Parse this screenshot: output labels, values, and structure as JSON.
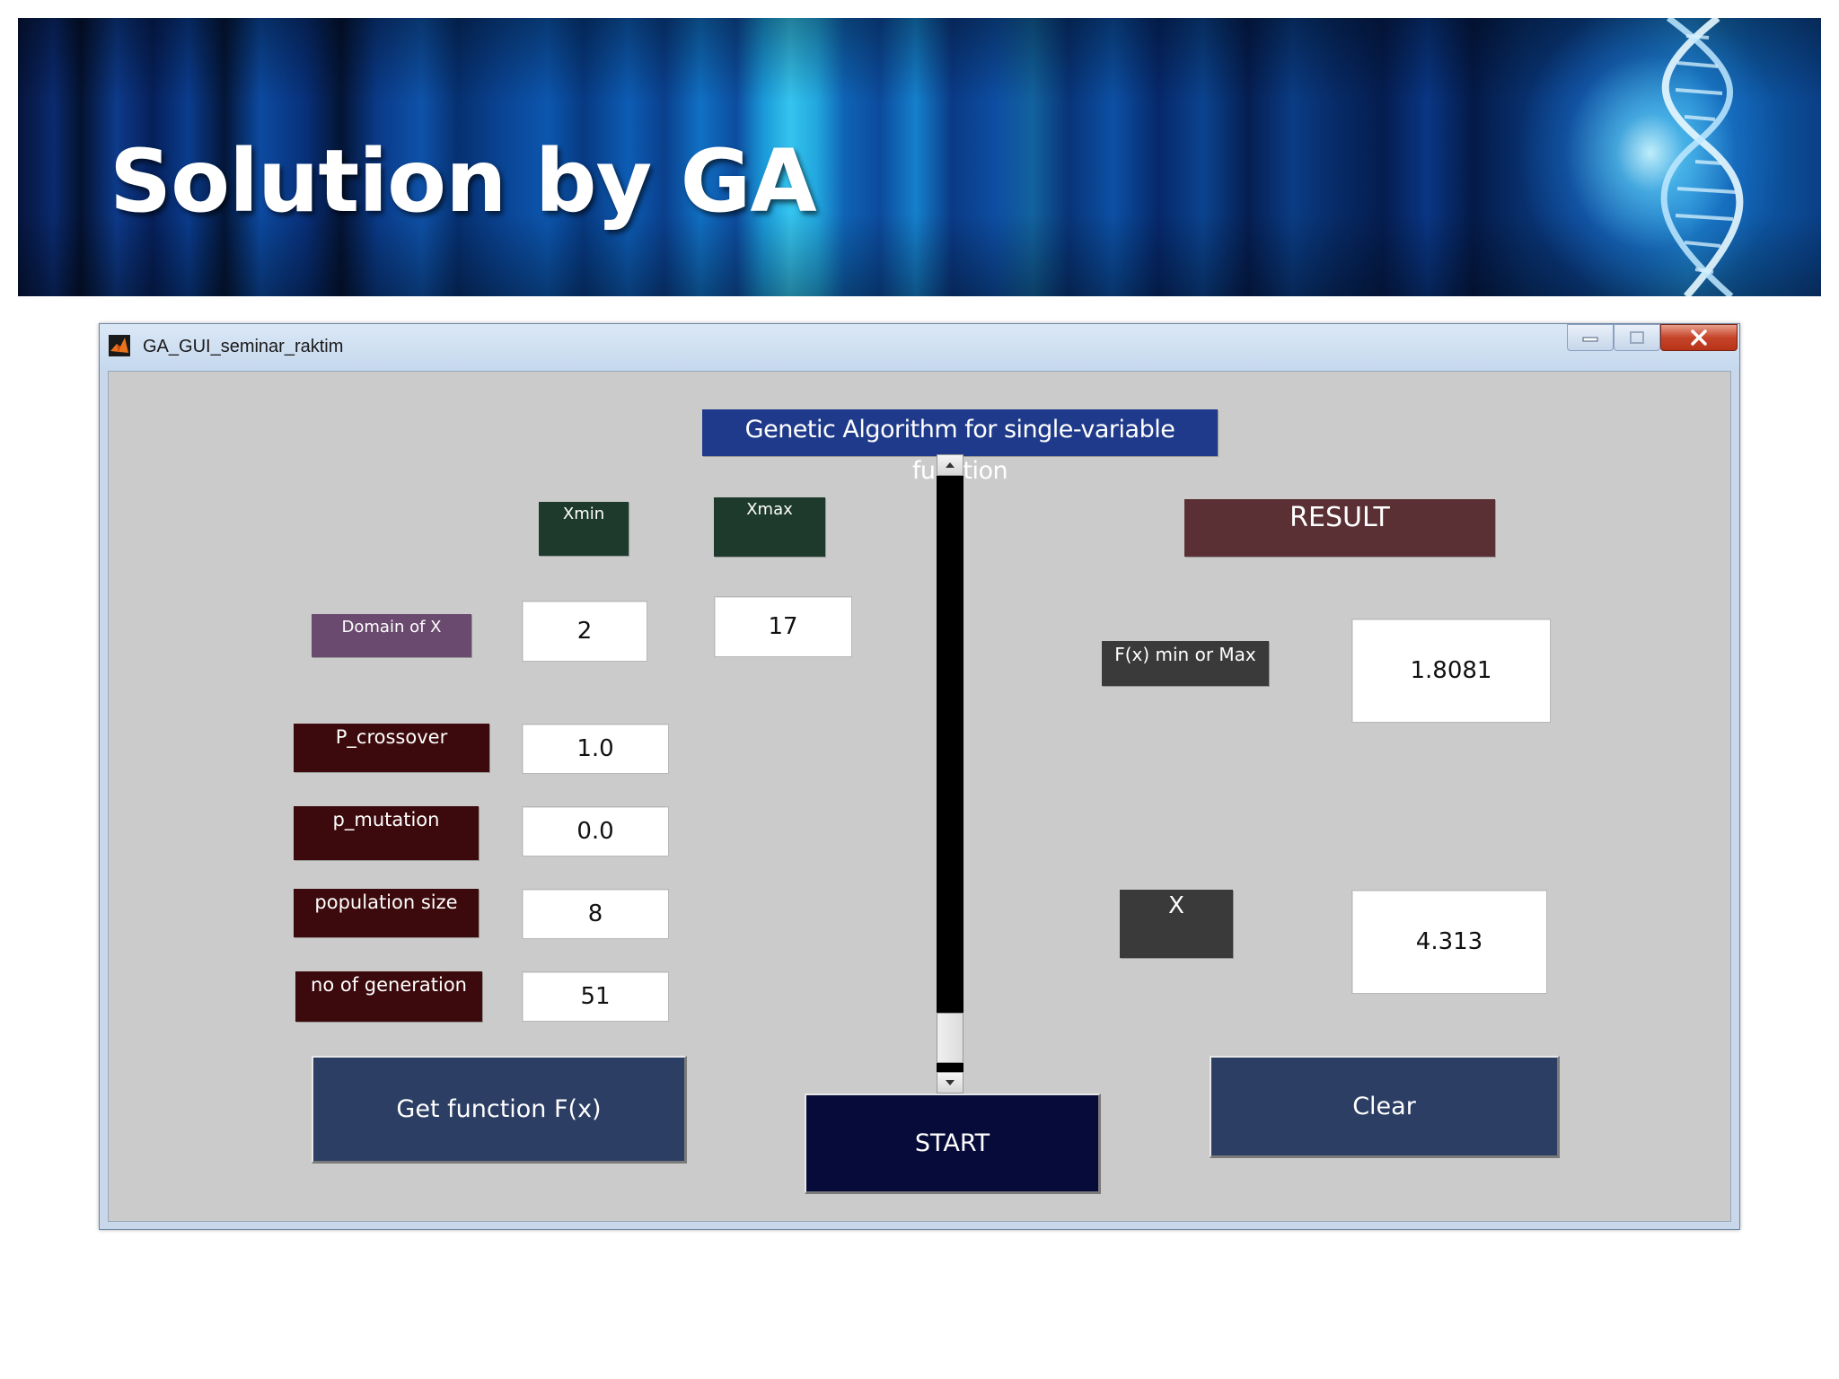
{
  "slide": {
    "title": "Solution by GA"
  },
  "window": {
    "title": "GA_GUI_seminar_raktim"
  },
  "gui": {
    "heading": "Genetic Algorithm for single-variable function",
    "xmin_label": "Xmin",
    "xmax_label": "Xmax",
    "domain_label": "Domain of X",
    "xmin_value": "2",
    "xmax_value": "17",
    "p_crossover_label": "P_crossover",
    "p_crossover_value": "1.0",
    "p_mutation_label": "p_mutation",
    "p_mutation_value": "0.0",
    "population_label": "population size",
    "population_value": "8",
    "generation_label": "no of generation",
    "generation_value": "51",
    "get_function_button": "Get function F(x)",
    "start_button": "START",
    "clear_button": "Clear",
    "result_label": "RESULT",
    "fx_label": "F(x) min or Max",
    "fx_value": "1.8081",
    "x_label": "X",
    "x_value": "4.313"
  },
  "colors": {
    "heading_bg": "#1f3a8a",
    "axis_label_bg": "#1e3a2c",
    "domain_bg": "#6a4a6e",
    "param_label_bg": "#3c0a0c",
    "button_bg": "#2c3e64",
    "start_bg": "#070b3a",
    "result_bg": "#5a3034",
    "output_label_bg": "#3a3a3a"
  },
  "icons": {
    "app": "matlab-icon",
    "minimize": "minimize-icon",
    "maximize": "maximize-icon",
    "close": "close-icon",
    "scroll_up": "arrow-up-icon",
    "scroll_down": "arrow-down-icon"
  }
}
